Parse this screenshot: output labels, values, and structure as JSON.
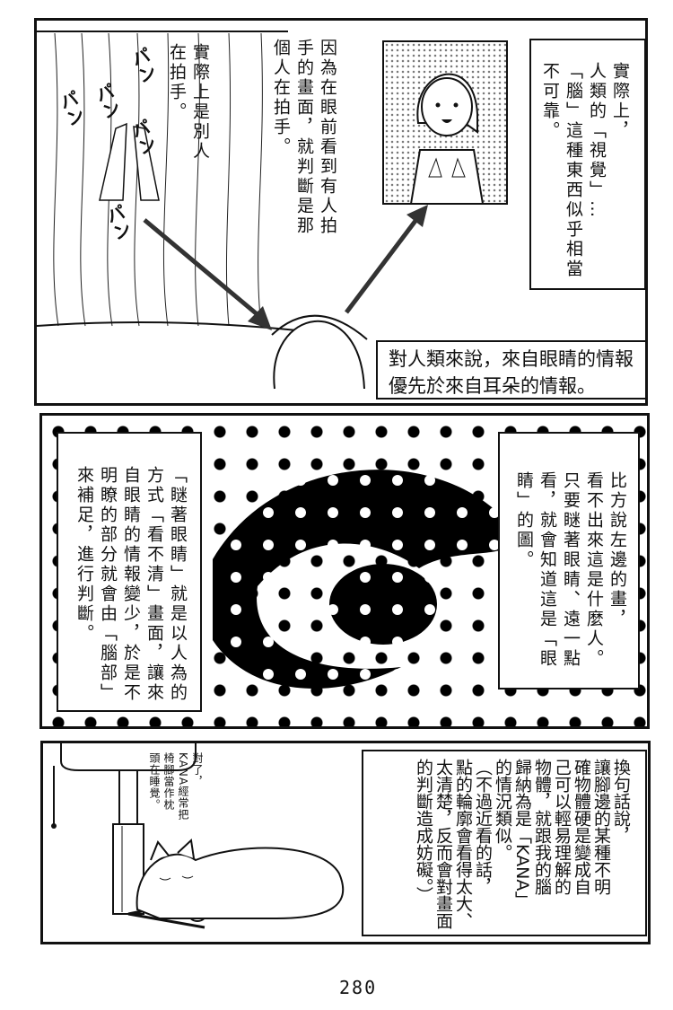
{
  "panel1": {
    "narration_right": [
      "實際上，",
      "人類的「視覺」…",
      "「腦」這種東西似乎相當",
      "不可靠。"
    ],
    "narration_middle": [
      "因為在眼前看到有人拍",
      "手的畫面，就判斷是那",
      "個人在拍手。"
    ],
    "narration_left": [
      "實際上是別人",
      "在拍手。"
    ],
    "sound_effects": [
      "パン",
      "パン",
      "パン",
      "パン",
      "パン"
    ],
    "caption": [
      "對人類來說，來自眼睛的情報",
      "優先於來自耳朵的情報。"
    ]
  },
  "panel2": {
    "narration_right": [
      "比方說左邊的畫，",
      "看不出來這是什麼人。",
      "只要瞇著眼睛、遠一點",
      "看，就會知道這是「眼",
      "睛」的圖。"
    ],
    "narration_left": [
      "「瞇著眼睛」就是以人為的",
      "方式「看不清」畫面，讓來",
      "自眼睛的情報變少，於是不",
      "明瞭的部分就會由「腦部」",
      "來補足，進行判斷。"
    ]
  },
  "panel3": {
    "narration": [
      "換句話說，",
      "讓腳邊的某種不明",
      "確物體硬是變成自",
      "己可以輕易理解的",
      "物體，就跟我的腦",
      "歸納為是「KANA」",
      "的情況類似。",
      "（不過近看的話，",
      "點的輪廓會看得太大、",
      "太清楚，反而會對畫面",
      "的判斷造成妨礙。）"
    ],
    "side_note": [
      "對了，",
      "KANA經常把",
      "椅腳當作枕",
      "頭在睡覺。"
    ]
  },
  "page_number": "280"
}
